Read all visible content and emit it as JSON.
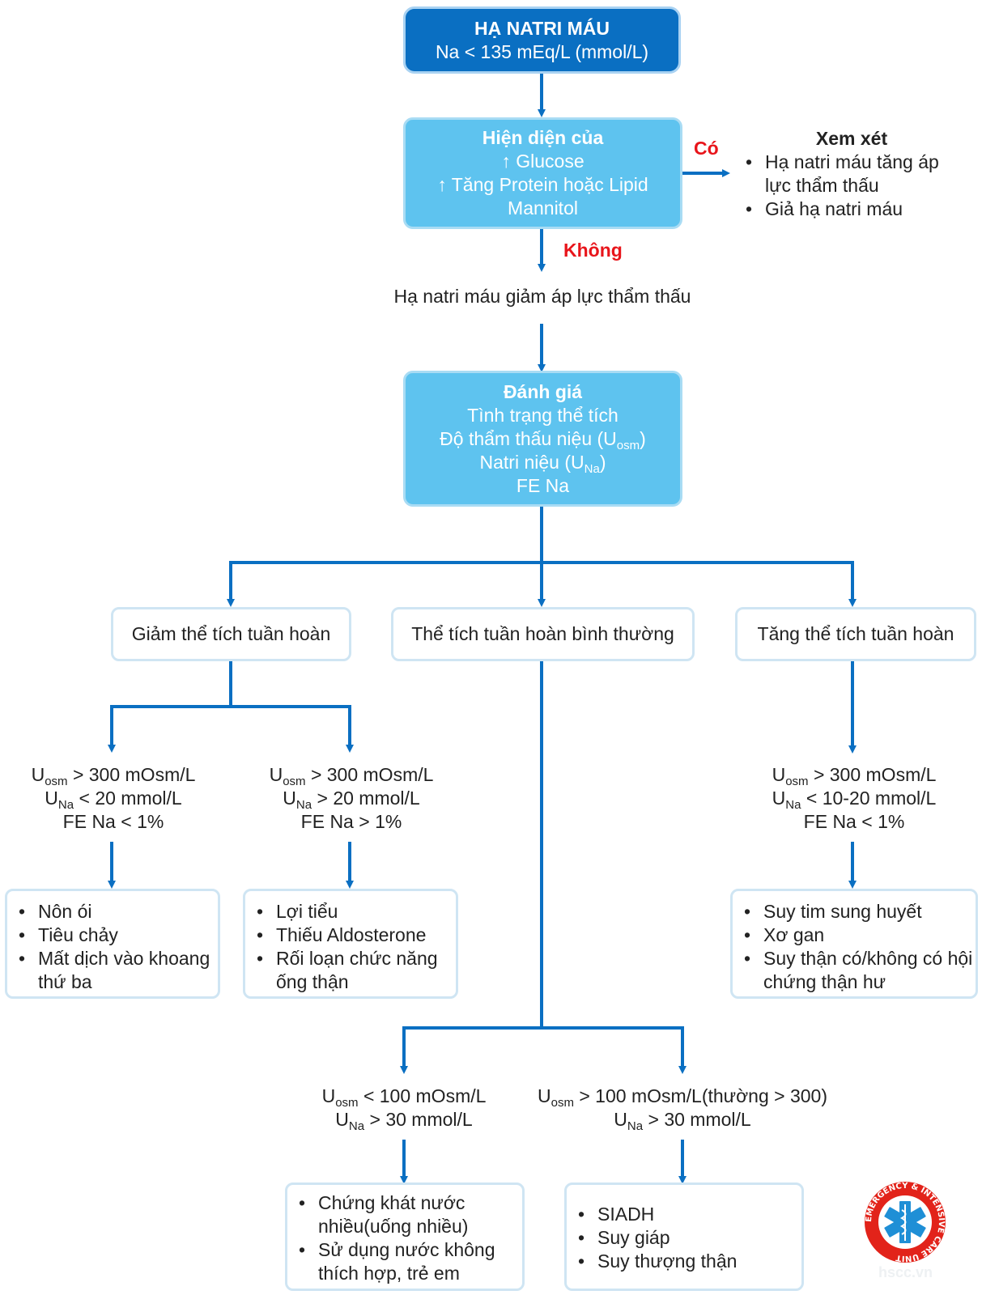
{
  "top": {
    "title": "HẠ NATRI MÁU",
    "subtitle": "Na < 135 mEq/L (mmol/L)"
  },
  "presence": {
    "title": "Hiện diện của",
    "lines": [
      "↑ Glucose",
      "↑ Tăng Protein hoặc Lipid",
      "Mannitol"
    ]
  },
  "branch_yes": "Có",
  "branch_no": "Không",
  "consider": {
    "title": "Xem xét",
    "items": [
      "Hạ natri máu tăng áp lực thẩm thấu",
      "Giả hạ natri máu"
    ]
  },
  "hypo_osm": "Hạ natri máu giảm áp lực thẩm thấu",
  "assess": {
    "title": "Đánh giá",
    "line1": "Tình trạng thể tích",
    "line2": "Độ thẩm thấu niệu (U",
    "line2_sub": "osm",
    "line2_end": ")",
    "line3": "Natri niệu (U",
    "line3_sub": "Na",
    "line3_end": ")",
    "line4": "FE Na"
  },
  "volume": {
    "low": "Giảm thể tích tuần hoàn",
    "normal": "Thể tích tuần hoàn bình thường",
    "high": "Tăng thể tích tuần hoàn"
  },
  "crit_low_a": {
    "l1": "> 300 mOsm/L",
    "l2": "< 20 mmol/L",
    "l3": "FE Na < 1%"
  },
  "crit_low_b": {
    "l1": "> 300 mOsm/L",
    "l2": "> 20 mmol/L",
    "l3": "FE Na > 1%"
  },
  "crit_high": {
    "l1": "> 300 mOsm/L",
    "l2": "< 10-20 mmol/L",
    "l3": "FE Na < 1%"
  },
  "crit_norm_a": {
    "l1": "< 100 mOsm/L",
    "l2": "> 30 mmol/L"
  },
  "crit_norm_b": {
    "l1": "> 100 mOsm/L(thường > 300)",
    "l2": "> 30 mmol/L"
  },
  "sym": {
    "U": "U",
    "osm": "osm",
    "Na": "Na"
  },
  "causes_low_a": [
    "Nôn ói",
    "Tiêu chảy",
    "Mất dịch vào khoang thứ ba"
  ],
  "causes_low_b": [
    "Lợi tiểu",
    "Thiếu Aldosterone",
    "Rối loạn chức năng ống thận"
  ],
  "causes_high": [
    "Suy tim sung huyết",
    "Xơ gan",
    "Suy thận có/không có hội chứng thận hư"
  ],
  "causes_norm_a": [
    "Chứng khát nước nhiều(uống nhiều)",
    "Sử dụng nước không thích hợp, trẻ em"
  ],
  "causes_norm_b": [
    "SIADH",
    "Suy giáp",
    "Suy thượng thận"
  ],
  "logo": {
    "ring_text": "EMERGENCY & INTENSIVE CARE UNIT",
    "site": "hscc.vn"
  },
  "colors": {
    "arrow": "#0a6fc2",
    "dark_box": "#0a6fc2",
    "light_box": "#5ec3ef",
    "accent_red": "#e8151b"
  }
}
